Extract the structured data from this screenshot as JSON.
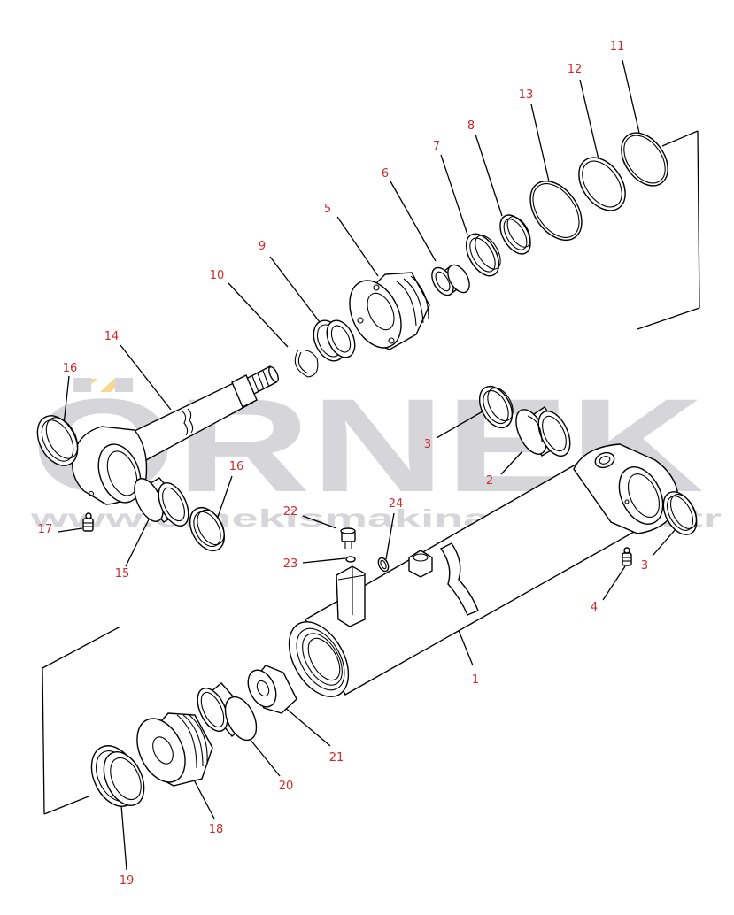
{
  "diagram": {
    "type": "exploded-parts-diagram",
    "label_color": "#cc2b2b",
    "line_color": "#000000"
  },
  "watermark": {
    "letters": "ÖRNEK",
    "url": "www.ornekismakinalari.com.tr",
    "color": "#cfcfd4",
    "accent_color": "#f2d27a"
  },
  "parts": [
    {
      "id": "p1",
      "label": "1"
    },
    {
      "id": "p2",
      "label": "2"
    },
    {
      "id": "p3a",
      "label": "3"
    },
    {
      "id": "p3b",
      "label": "3"
    },
    {
      "id": "p4",
      "label": "4"
    },
    {
      "id": "p5",
      "label": "5"
    },
    {
      "id": "p6",
      "label": "6"
    },
    {
      "id": "p7",
      "label": "7"
    },
    {
      "id": "p8",
      "label": "8"
    },
    {
      "id": "p9",
      "label": "9"
    },
    {
      "id": "p10",
      "label": "10"
    },
    {
      "id": "p11",
      "label": "11"
    },
    {
      "id": "p12",
      "label": "12"
    },
    {
      "id": "p13",
      "label": "13"
    },
    {
      "id": "p14",
      "label": "14"
    },
    {
      "id": "p15",
      "label": "15"
    },
    {
      "id": "p16a",
      "label": "16"
    },
    {
      "id": "p16b",
      "label": "16"
    },
    {
      "id": "p17",
      "label": "17"
    },
    {
      "id": "p18",
      "label": "18"
    },
    {
      "id": "p19",
      "label": "19"
    },
    {
      "id": "p20",
      "label": "20"
    },
    {
      "id": "p21",
      "label": "21"
    },
    {
      "id": "p22",
      "label": "22"
    },
    {
      "id": "p23",
      "label": "23"
    },
    {
      "id": "p24",
      "label": "24"
    }
  ]
}
